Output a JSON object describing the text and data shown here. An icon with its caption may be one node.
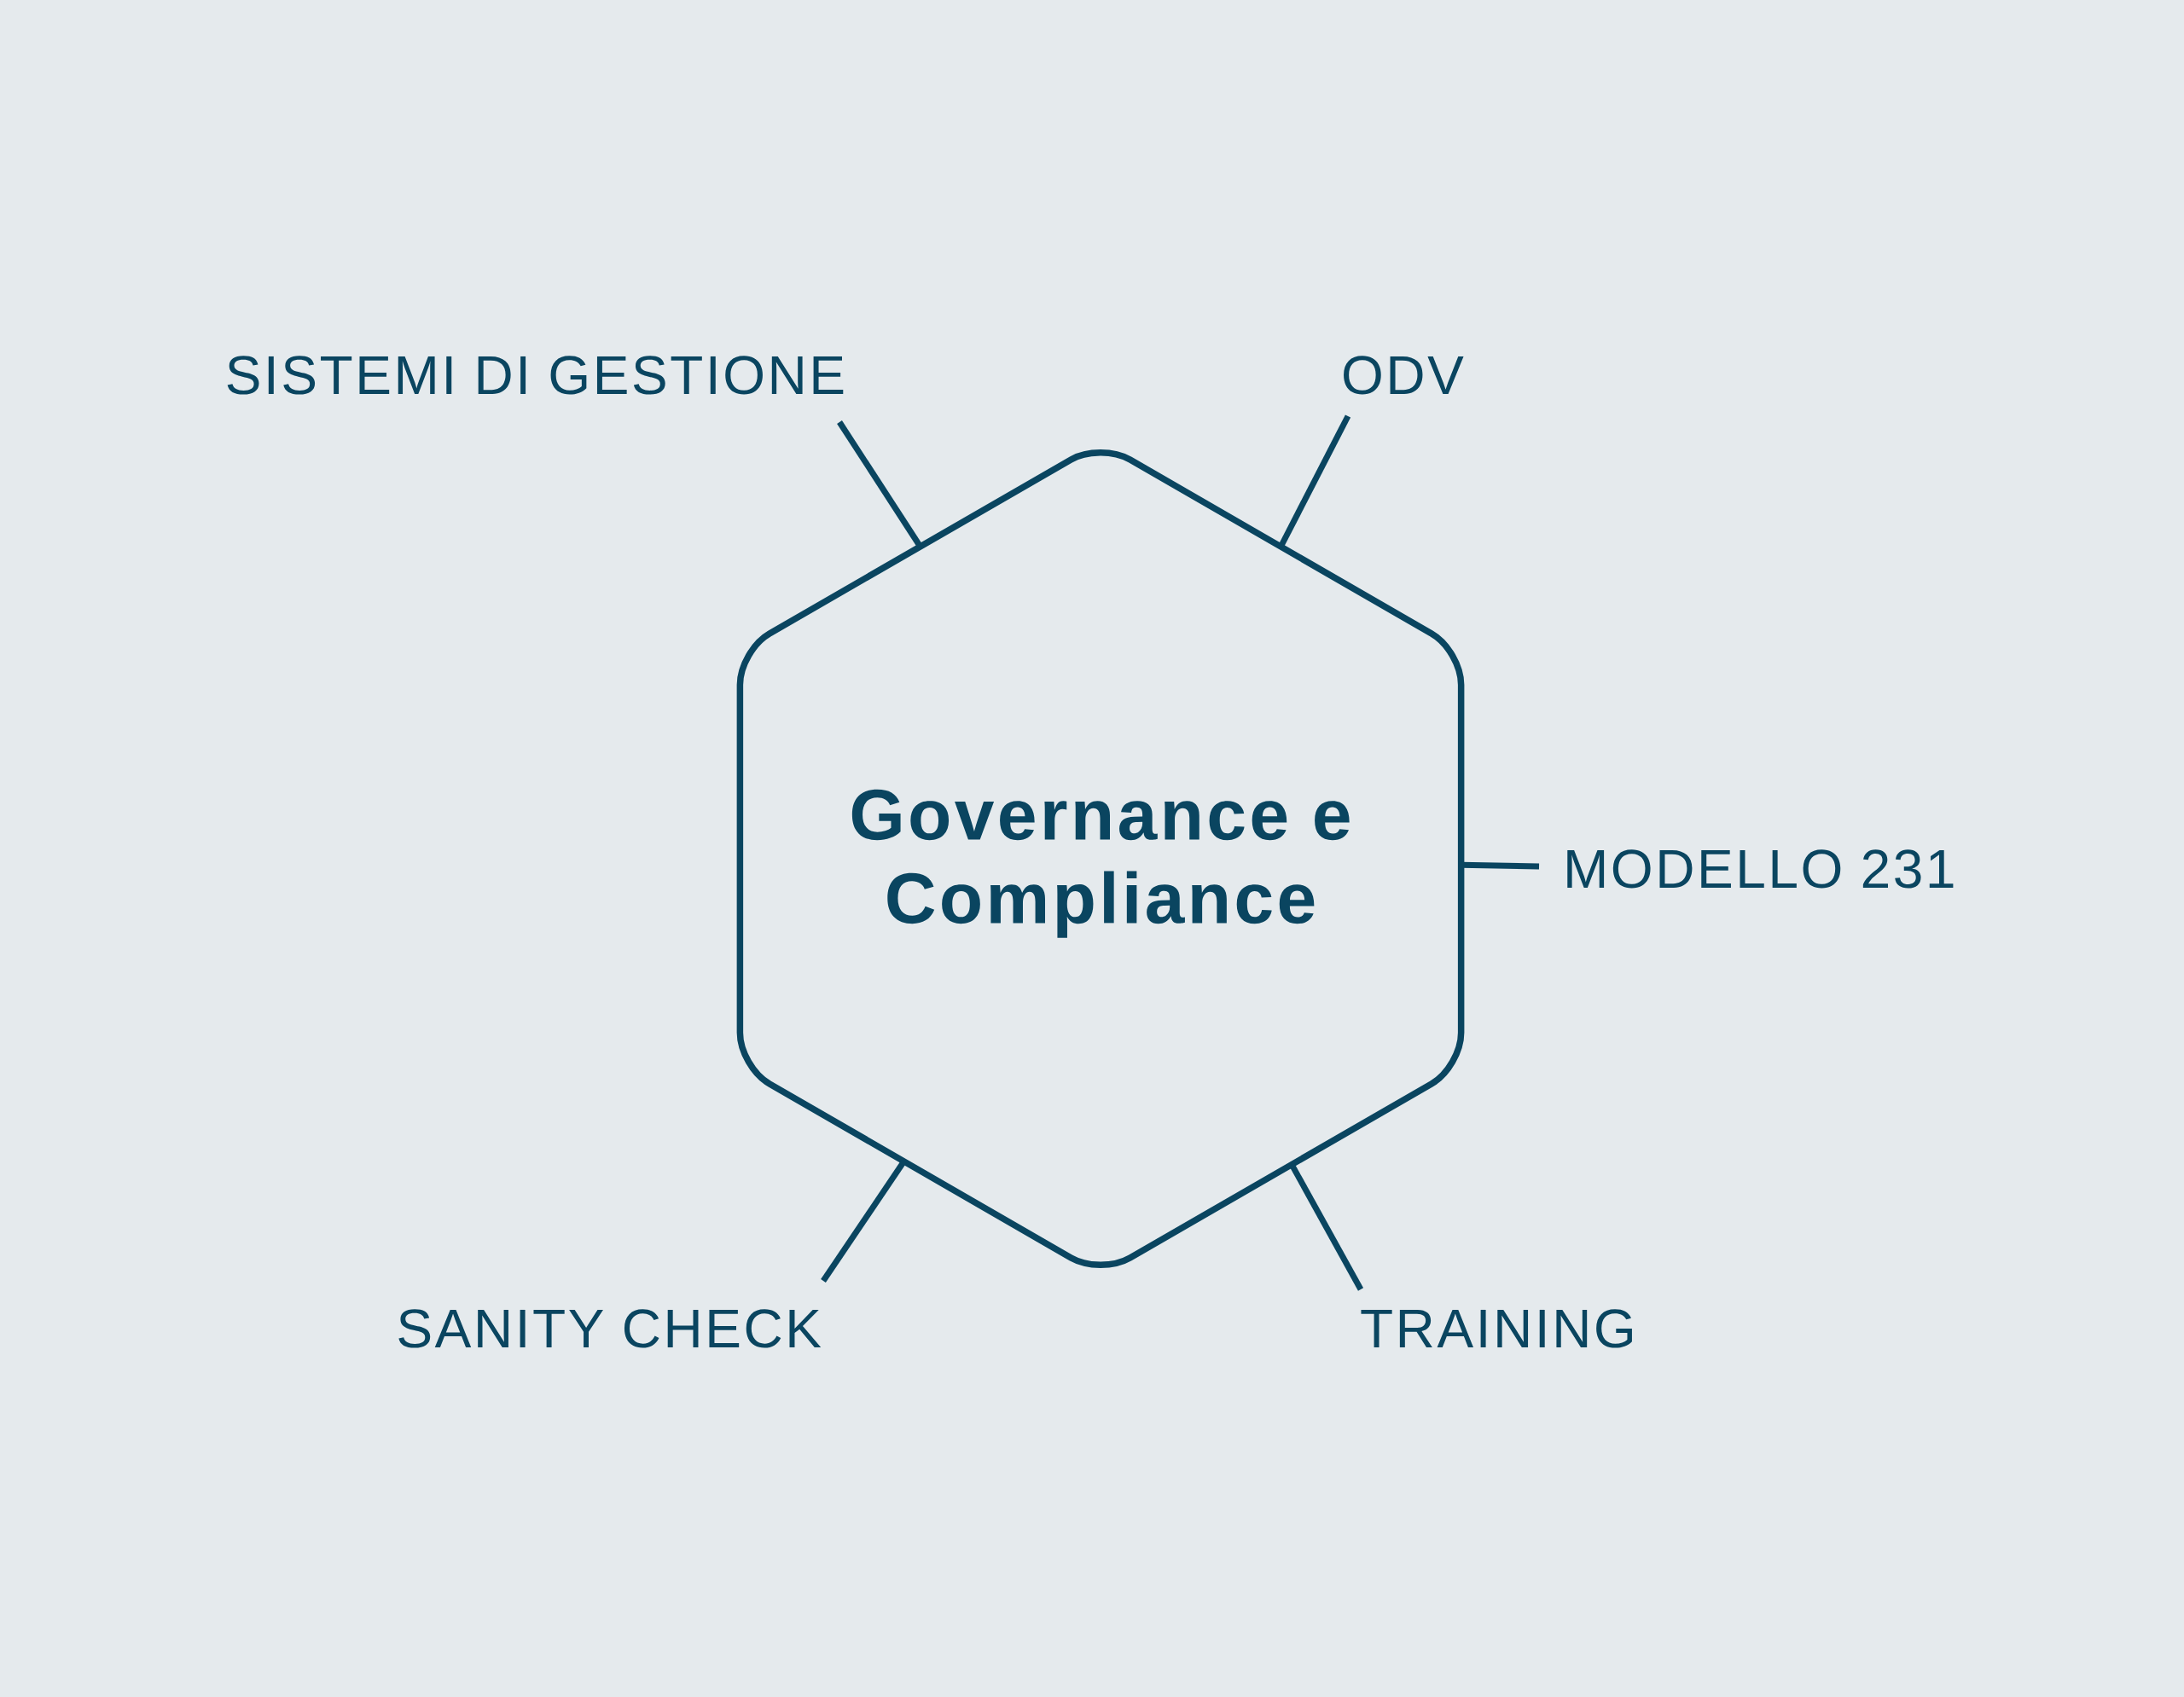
{
  "diagram": {
    "nodes": [
      {
        "text": [
          "Governance e Compliance"
        ]
      },
      {
        "text": [
          "SISTEMI DI GESTIONE"
        ]
      },
      {
        "text": [
          "ODV"
        ]
      },
      {
        "text": [
          "MODELLO 231"
        ]
      },
      {
        "text": [
          "SANITY CHECK"
        ]
      },
      {
        "text": [
          "TRAINING"
        ]
      }
    ],
    "edges": [
      {
        "from": 1,
        "to": 0,
        "arrow": "none"
      },
      {
        "from": 2,
        "to": 0,
        "arrow": "none"
      },
      {
        "from": 3,
        "to": 0,
        "arrow": "none"
      },
      {
        "from": 4,
        "to": 0,
        "arrow": "none"
      },
      {
        "from": 5,
        "to": 0,
        "arrow": "none"
      }
    ]
  }
}
